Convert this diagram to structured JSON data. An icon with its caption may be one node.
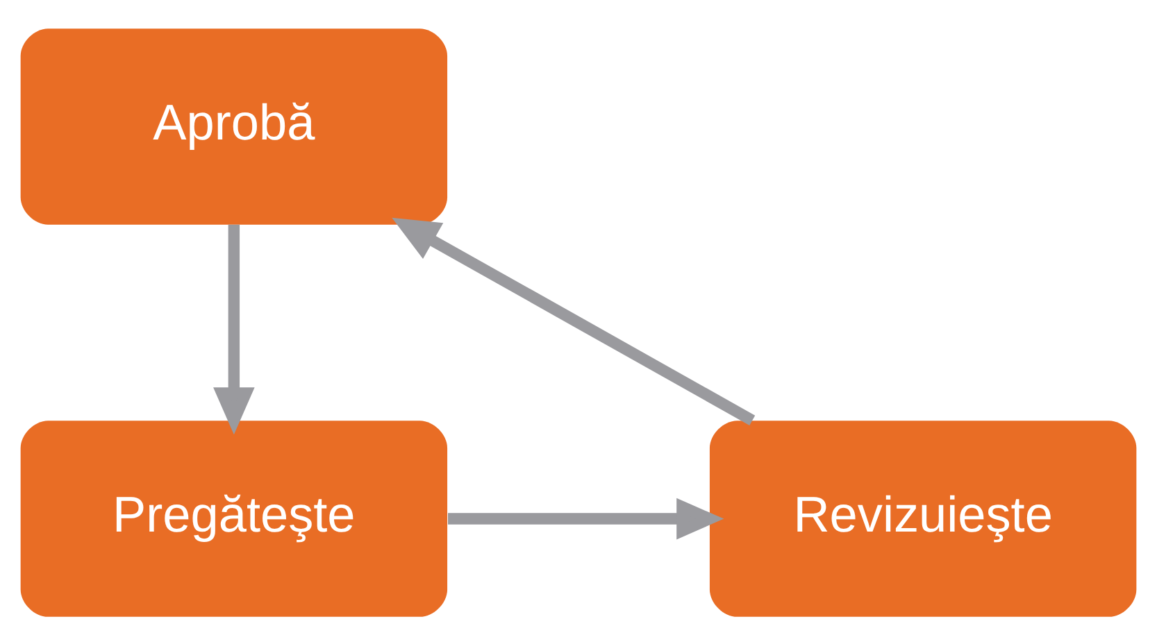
{
  "diagram": {
    "nodes": [
      {
        "text": [
          "Aprobă"
        ]
      },
      {
        "text": [
          "Pregăteşte"
        ]
      },
      {
        "text": [
          "Revizuieşte"
        ]
      }
    ],
    "edges": [
      {
        "from": 0,
        "to": 1,
        "arrow": "to"
      },
      {
        "from": 1,
        "to": 2,
        "arrow": "to"
      },
      {
        "from": 2,
        "to": 0,
        "arrow": "to"
      }
    ]
  }
}
